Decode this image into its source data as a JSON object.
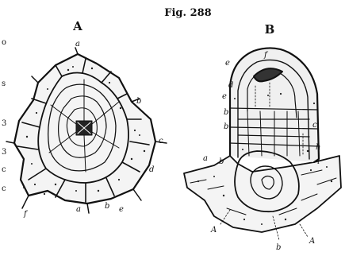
{
  "figure": {
    "title": "Fig. 288",
    "panels": [
      {
        "label": "A",
        "annotations": [
          "a",
          "b",
          "c",
          "d",
          "e",
          "f",
          "b",
          "a"
        ]
      },
      {
        "label": "B",
        "annotations": [
          "f",
          "e",
          "d",
          "e",
          "b",
          "b",
          "c",
          "h",
          "i",
          "a",
          "b",
          "A",
          "b",
          "A"
        ]
      }
    ],
    "margin_marks": [
      "o",
      "s",
      "3",
      "3",
      "c",
      "c"
    ]
  }
}
